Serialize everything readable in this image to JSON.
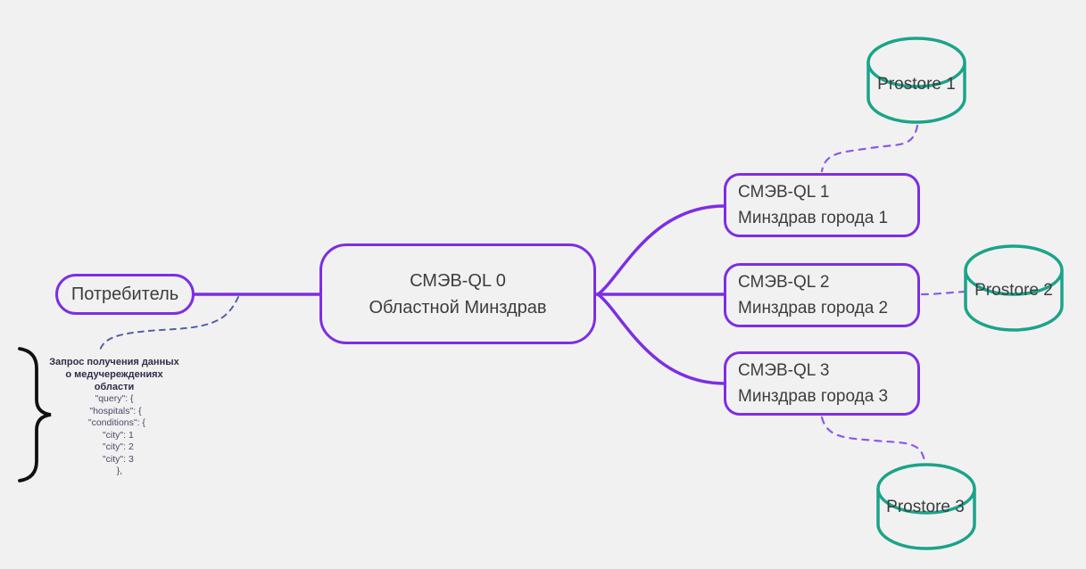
{
  "diagram": {
    "consumer": {
      "label": "Потребитель"
    },
    "central": {
      "line1": "СМЭВ-QL 0",
      "line2": "Областной Минздрав"
    },
    "nodes": [
      {
        "line1": "СМЭВ-QL 1",
        "line2": "Минздрав города 1"
      },
      {
        "line1": "СМЭВ-QL 2",
        "line2": "Минздрав города 2"
      },
      {
        "line1": "СМЭВ-QL 3",
        "line2": "Минздрав города 3"
      }
    ],
    "datastores": [
      {
        "label": "Prostore 1"
      },
      {
        "label": "Prostore 2"
      },
      {
        "label": "Prostore 3"
      }
    ],
    "annotation": {
      "title_lines": [
        "Запрос получения данных",
        "о медучереждениях",
        "области"
      ],
      "code_lines": [
        "\"query\": {",
        " \"hospitals\": {",
        "  \"conditions\": {",
        "   \"city\": 1",
        "   \"city\": 2",
        "   \"city\": 3",
        "    },"
      ]
    },
    "colors": {
      "primary_purple": "#7c2ee5",
      "dashed_purple": "#8a5ae8",
      "dashed_indigo": "#5560a8",
      "teal": "#1aa489",
      "background": "#f2f1f2",
      "brace_black": "#111111"
    }
  }
}
